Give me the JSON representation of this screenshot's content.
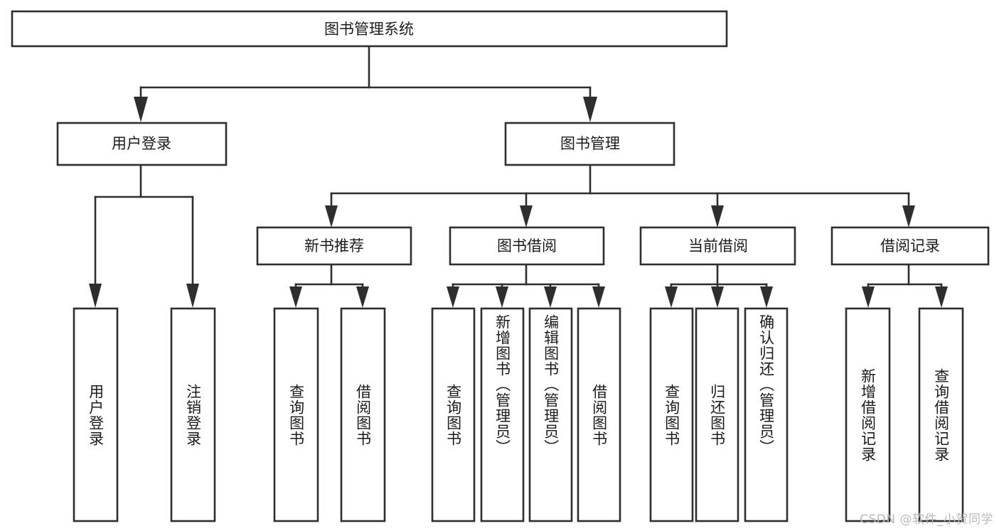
{
  "diagram": {
    "type": "tree-hierarchy",
    "title": "图书管理系统",
    "watermark": "CSDN @软件_小贺同学",
    "colors": {
      "box_stroke": "#2e2e2e",
      "box_fill": "#ffffff",
      "connector": "#2e2e2e",
      "text": "#1b1b1b",
      "background": "#ffffff",
      "watermark": "#b9b9b9"
    },
    "root": {
      "label": "图书管理系统"
    },
    "level2": [
      {
        "label": "用户登录"
      },
      {
        "label": "图书管理"
      }
    ],
    "level3": [
      {
        "label": "新书推荐"
      },
      {
        "label": "图书借阅"
      },
      {
        "label": "当前借阅"
      },
      {
        "label": "借阅记录"
      }
    ],
    "leaves": {
      "user_login": [
        {
          "label": "用户登录"
        },
        {
          "label": "注销登录"
        }
      ],
      "new_book_recommend": [
        {
          "label": "查询图书"
        },
        {
          "label": "借阅图书"
        }
      ],
      "book_borrow": [
        {
          "label": "查询图书"
        },
        {
          "label": "新增图书（管理员）"
        },
        {
          "label": "编辑图书（管理员）"
        },
        {
          "label": "借阅图书"
        }
      ],
      "current_borrow": [
        {
          "label": "查询图书"
        },
        {
          "label": "归还图书"
        },
        {
          "label": "确认归还（管理员）"
        }
      ],
      "borrow_record": [
        {
          "label": "新增借阅记录"
        },
        {
          "label": "查询借阅记录"
        }
      ]
    }
  }
}
